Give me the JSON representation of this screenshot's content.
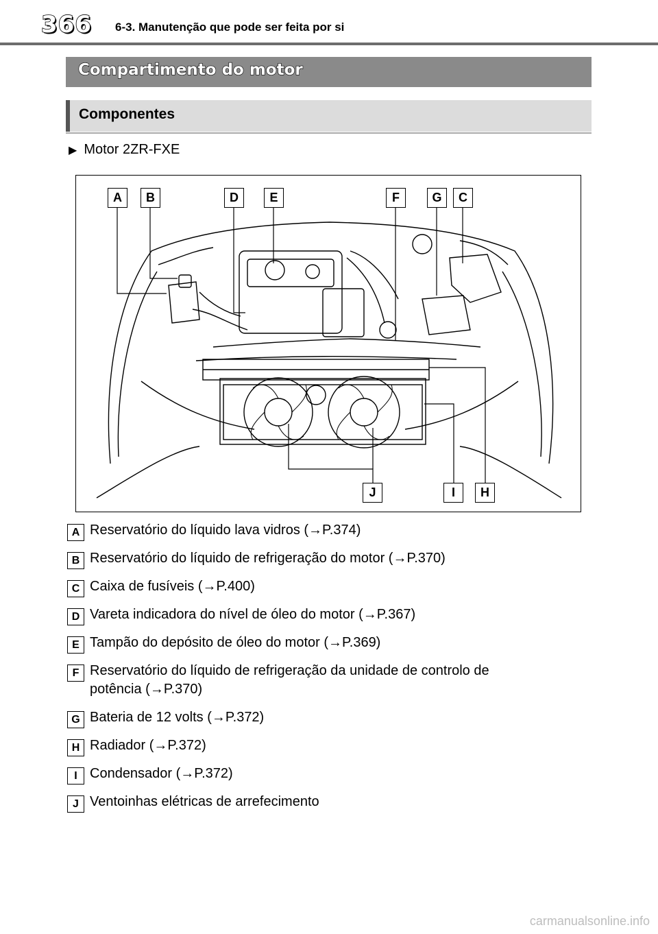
{
  "header": {
    "page_number": "366",
    "section": "6-3. Manutenção que pode ser feita por si"
  },
  "banner_main": "Compartimento do motor",
  "banner_sub": "Componentes",
  "bullet": {
    "arrow": "▶",
    "text": "Motor 2ZR-FXE"
  },
  "figure_labels": {
    "A": "A",
    "B": "B",
    "D": "D",
    "E": "E",
    "F": "F",
    "G": "G",
    "C": "C",
    "J": "J",
    "I": "I",
    "H": "H"
  },
  "legend": [
    {
      "key": "A",
      "lines": [
        "Reservatório do líquido lava vidros (→P.374)"
      ]
    },
    {
      "key": "B",
      "lines": [
        "Reservatório do líquido de refrigeração do motor (→P.370)"
      ]
    },
    {
      "key": "C",
      "lines": [
        "Caixa de fusíveis (→P.400)"
      ]
    },
    {
      "key": "D",
      "lines": [
        "Vareta indicadora do nível de óleo do motor (→P.367)"
      ]
    },
    {
      "key": "E",
      "lines": [
        "Tampão do depósito de óleo do motor (→P.369)"
      ]
    },
    {
      "key": "F",
      "lines": [
        "Reservatório do líquido de refrigeração da unidade de controlo de",
        "potência (→P.370)"
      ]
    },
    {
      "key": "G",
      "lines": [
        "Bateria de 12 volts (→P.372)"
      ]
    },
    {
      "key": "H",
      "lines": [
        "Radiador (→P.372)"
      ]
    },
    {
      "key": "I",
      "lines": [
        "Condensador (→P.372)"
      ]
    },
    {
      "key": "J",
      "lines": [
        "Ventoinhas elétricas de arrefecimento"
      ]
    }
  ],
  "watermark": "carmanualsonline.info"
}
